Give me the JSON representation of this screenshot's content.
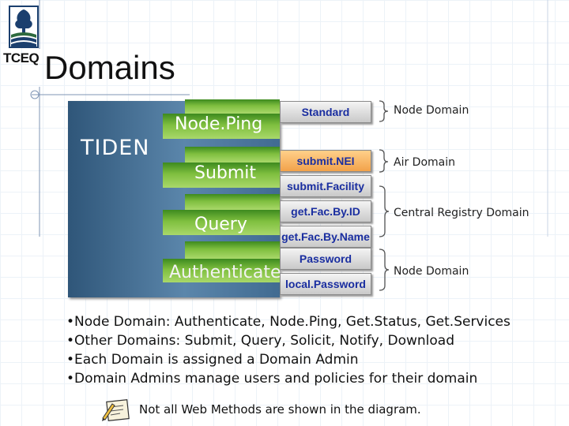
{
  "slide": {
    "title": "Domains",
    "logo_text": "TCEQ"
  },
  "diagram": {
    "system_label": "TIDEN",
    "services": [
      {
        "label": "Node.Ping"
      },
      {
        "label": "Submit"
      },
      {
        "label": "Query"
      },
      {
        "label": "Authenticate"
      }
    ],
    "methods": [
      {
        "label": "Standard",
        "color": "gray"
      },
      {
        "label": "submit.NEI",
        "color": "orange"
      },
      {
        "label": "submit.Facility",
        "color": "gray"
      },
      {
        "label": "get.Fac.By.ID",
        "color": "gray"
      },
      {
        "label": "get.Fac.By.Name",
        "color": "gray"
      },
      {
        "label": "Password",
        "color": "gray"
      },
      {
        "label": "local.Password",
        "color": "gray"
      }
    ],
    "domains": [
      {
        "label": "Node Domain"
      },
      {
        "label": "Air Domain"
      },
      {
        "label": "Central Registry Domain"
      },
      {
        "label": "Node Domain"
      }
    ]
  },
  "bullets": [
    "Node Domain: Authenticate, Node.Ping, Get.Status, Get.Services",
    "Other Domains: Submit, Query, Solicit, Notify, Download",
    "Each Domain is assigned a Domain Admin",
    "Domain Admins manage users and policies for their domain"
  ],
  "note": "Not all Web Methods are shown in the diagram.",
  "colors": {
    "tiden_blue": "#3f6a90",
    "service_green": "#6fb536",
    "method_gray": "#d6d6d6",
    "method_orange": "#f2a24a",
    "method_text": "#1a2ea0"
  }
}
